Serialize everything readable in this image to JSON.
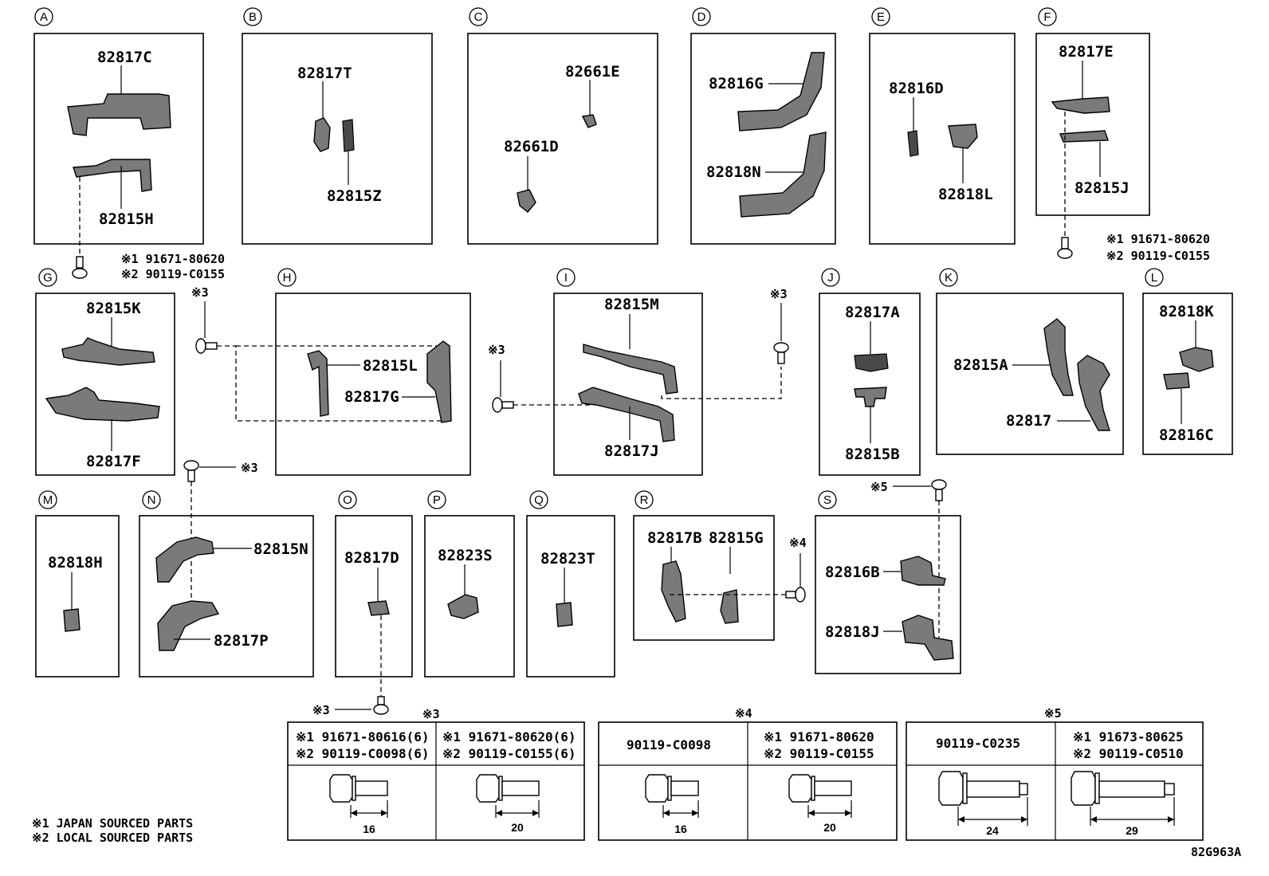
{
  "diagram_code": "82G963A",
  "footnotes": {
    "n1": "※1 JAPAN SOURCED PARTS",
    "n2": "※2 LOCAL SOURCED PARTS"
  },
  "panels": {
    "A": {
      "letter": "A",
      "parts": [
        "82817C",
        "82815H"
      ]
    },
    "B": {
      "letter": "B",
      "parts": [
        "82817T",
        "82815Z"
      ]
    },
    "C": {
      "letter": "C",
      "parts": [
        "82661E",
        "82661D"
      ]
    },
    "D": {
      "letter": "D",
      "parts": [
        "82816G",
        "82818N"
      ]
    },
    "E": {
      "letter": "E",
      "parts": [
        "82816D",
        "82818L"
      ]
    },
    "F": {
      "letter": "F",
      "parts": [
        "82817E",
        "82815J"
      ]
    },
    "G": {
      "letter": "G",
      "parts": [
        "82815K",
        "82817F"
      ]
    },
    "H": {
      "letter": "H",
      "parts": [
        "82815L",
        "82817G"
      ]
    },
    "I": {
      "letter": "I",
      "parts": [
        "82815M",
        "82817J"
      ]
    },
    "J": {
      "letter": "J",
      "parts": [
        "82817A",
        "82815B"
      ]
    },
    "K": {
      "letter": "K",
      "parts": [
        "82815A",
        "82817"
      ]
    },
    "L": {
      "letter": "L",
      "parts": [
        "82818K",
        "82816C"
      ]
    },
    "M": {
      "letter": "M",
      "parts": [
        "82818H"
      ]
    },
    "N": {
      "letter": "N",
      "parts": [
        "82815N",
        "82817P"
      ]
    },
    "O": {
      "letter": "O",
      "parts": [
        "82817D"
      ]
    },
    "P": {
      "letter": "P",
      "parts": [
        "82823S"
      ]
    },
    "Q": {
      "letter": "Q",
      "parts": [
        "82823T"
      ]
    },
    "R": {
      "letter": "R",
      "parts": [
        "82817B",
        "82815G"
      ]
    },
    "S": {
      "letter": "S",
      "parts": [
        "82816B",
        "82818J"
      ]
    }
  },
  "callouts": {
    "a_1": "※1 91671-80620",
    "a_2": "※2 90119-C0155",
    "f_1": "※1 91671-80620",
    "f_2": "※2 90119-C0155",
    "mark3": "※3",
    "mark4": "※4",
    "mark5": "※5"
  },
  "fastener_table": {
    "group3_title": "※3",
    "group4_title": "※4",
    "group5_title": "※5",
    "cells": [
      {
        "l1": "※1 91671-80616(6)",
        "l2": "※2 90119-C0098(6)",
        "dim": "16"
      },
      {
        "l1": "※1 91671-80620(6)",
        "l2": "※2 90119-C0155(6)",
        "dim": "20"
      },
      {
        "l1": "90119-C0098",
        "l2": "",
        "dim": "16"
      },
      {
        "l1": "※1 91671-80620",
        "l2": "※2 90119-C0155",
        "dim": "20"
      },
      {
        "l1": "90119-C0235",
        "l2": "",
        "dim": "24"
      },
      {
        "l1": "※1 91673-80625",
        "l2": "※2 90119-C0510",
        "dim": "29"
      }
    ]
  }
}
